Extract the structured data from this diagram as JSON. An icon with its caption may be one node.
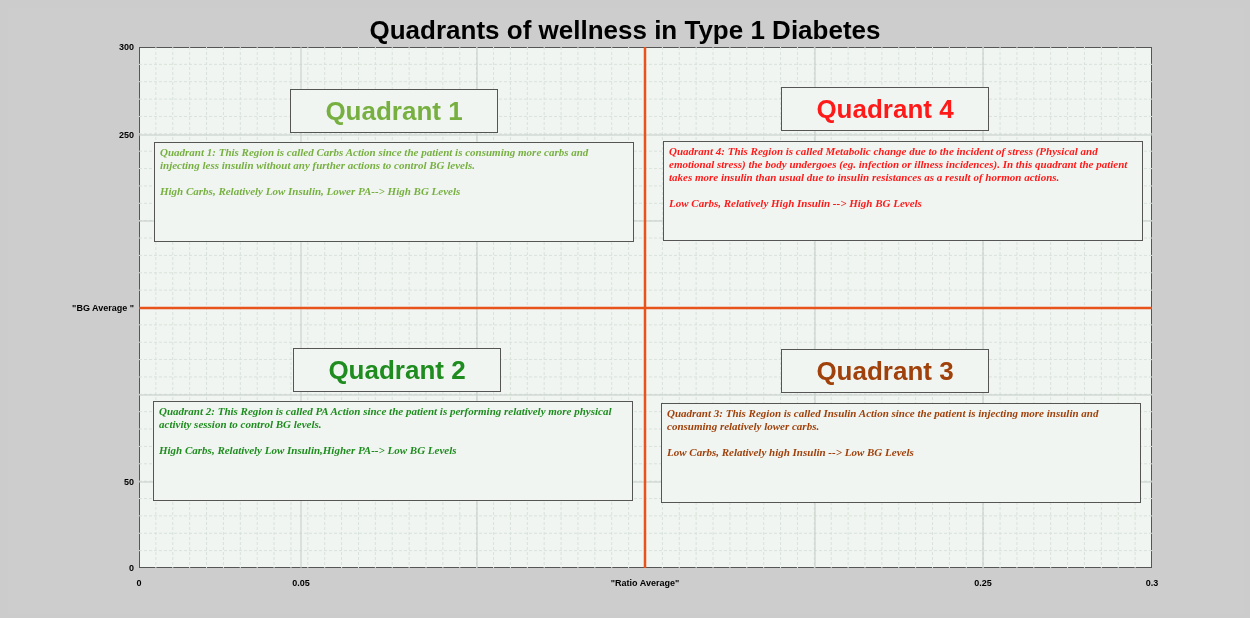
{
  "diagram": {
    "title": "Quadrants of wellness in Type 1 Diabetes",
    "nodes": [
      {
        "text": [
          "Quadrant 1"
        ]
      },
      {
        "text": [
          "Quadrant 1: This Region is called Carbs Action since the patient is consuming more carbs and injecting less insulin without any further actions to control BG levels.",
          "High Carbs, Relatively Low Insulin, Lower PA--> High BG Levels"
        ]
      },
      {
        "text": [
          "Quadrant 4"
        ]
      },
      {
        "text": [
          "Quadrant 4: This Region is called Metabolic change due to the incident of stress (Physical and emotional stress) the body undergoes (eg. infection or illness incidences). In this quadrant the patient takes more insulin than usual due to insulin resistances as a result of hormon actions.",
          "Low Carbs, Relatively High Insulin --> High BG Levels"
        ]
      },
      {
        "text": [
          "Quadrant 2"
        ]
      },
      {
        "text": [
          "Quadrant 2: This Region is called PA Action since the patient is performing relatively more physical activity session to control BG levels.",
          "High Carbs, Relatively Low Insulin,Higher PA--> Low BG Levels"
        ]
      },
      {
        "text": [
          "Quadrant 3"
        ]
      },
      {
        "text": [
          "Quadrant 3: This Region is called Insulin Action since the patient is injecting more insulin and consuming relatively lower carbs.",
          "Low Carbs, Relatively high Insulin --> Low BG Levels"
        ]
      }
    ],
    "edges": [],
    "labels": [
      "300",
      "250",
      "\"BG Average \"",
      "50",
      "0",
      "0",
      "0.05",
      "\"Ratio Average\"",
      "0.25",
      "0.3"
    ]
  }
}
